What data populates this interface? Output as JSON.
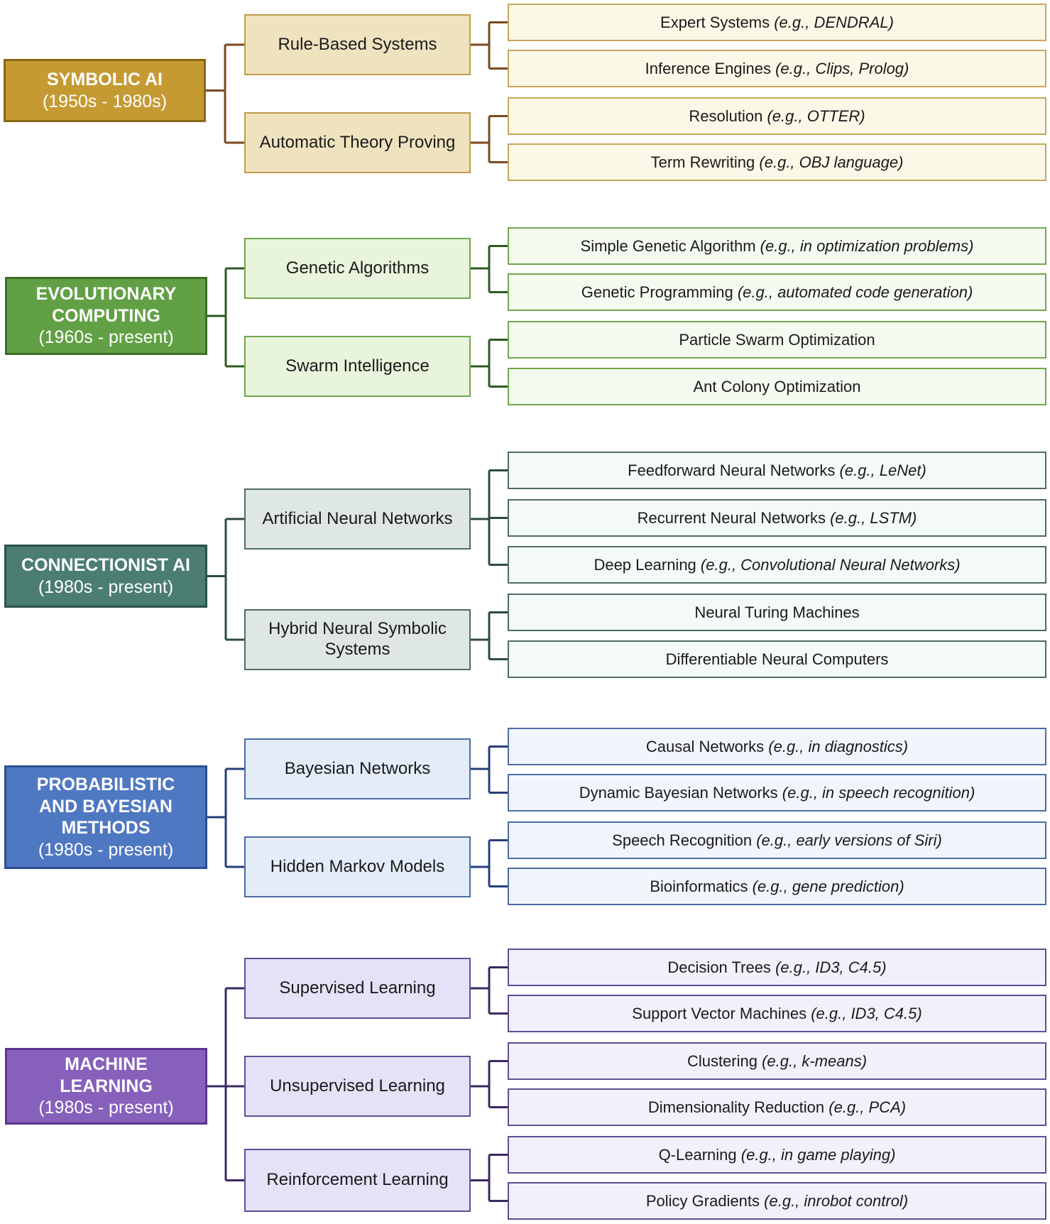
{
  "categories": [
    {
      "id": "symbolic",
      "title": "SYMBOLIC AI",
      "period": "(1950s - 1980s)",
      "colors": {
        "root": "#c59a33",
        "root_border": "#8a6714",
        "mid_bg": "#efe3bf",
        "mid_border": "#c19b4f",
        "leaf_bg": "#fbf8e7",
        "leaf_border": "#c9a65a",
        "line": "#7a4a1f"
      },
      "subcategories": [
        {
          "label": "Rule-Based Systems",
          "items": [
            {
              "name": "Expert Systems",
              "example": "(e.g., DENDRAL)"
            },
            {
              "name": "Inference Engines",
              "example": "(e.g., Clips, Prolog)"
            }
          ]
        },
        {
          "label": "Automatic Theory Proving",
          "items": [
            {
              "name": "Resolution",
              "example": "(e.g., OTTER)"
            },
            {
              "name": "Term Rewriting",
              "example": "(e.g., OBJ language)"
            }
          ]
        }
      ]
    },
    {
      "id": "evolutionary",
      "title": "EVOLUTIONARY COMPUTING",
      "period": "(1960s - present)",
      "colors": {
        "root": "#62a046",
        "root_border": "#3d6e28",
        "mid_bg": "#e9f4dc",
        "mid_border": "#6fa84e",
        "leaf_bg": "#f5faf0",
        "leaf_border": "#6fa84e",
        "line": "#2e5a21"
      },
      "subcategories": [
        {
          "label": "Genetic Algorithms",
          "items": [
            {
              "name": "Simple Genetic Algorithm",
              "example": "(e.g., in optimization problems)"
            },
            {
              "name": "Genetic Programming",
              "example": "(e.g., automated code generation)"
            }
          ]
        },
        {
          "label": "Swarm Intelligence",
          "items": [
            {
              "name": "Particle Swarm Optimization",
              "example": ""
            },
            {
              "name": "Ant Colony Optimization",
              "example": ""
            }
          ]
        }
      ]
    },
    {
      "id": "connectionist",
      "title": "CONNECTIONIST AI",
      "period": "(1980s - present)",
      "colors": {
        "root": "#4b7d72",
        "root_border": "#2c5249",
        "mid_bg": "#dfe7e4",
        "mid_border": "#4f6b64",
        "leaf_bg": "#f4faf8",
        "leaf_border": "#4f6b64",
        "line": "#2c4a42"
      },
      "subcategories": [
        {
          "label": "Artificial Neural Networks",
          "items": [
            {
              "name": "Feedforward Neural Networks",
              "example": "(e.g., LeNet)"
            },
            {
              "name": "Recurrent Neural Networks",
              "example": "(e.g., LSTM)"
            },
            {
              "name": "Deep Learning",
              "example": "(e.g., Convolutional Neural Networks)"
            }
          ]
        },
        {
          "label": "Hybrid Neural Symbolic Systems",
          "items": [
            {
              "name": "Neural Turing Machines",
              "example": ""
            },
            {
              "name": "Differentiable Neural Computers",
              "example": ""
            }
          ]
        }
      ]
    },
    {
      "id": "probabilistic",
      "title": "PROBABILISTIC AND BAYESIAN METHODS",
      "period": "(1980s - present)",
      "colors": {
        "root": "#4f78c2",
        "root_border": "#2c4f92",
        "mid_bg": "#e3ecf8",
        "mid_border": "#4c6ca6",
        "leaf_bg": "#f2f6fc",
        "leaf_border": "#4c6ca6",
        "line": "#263f78"
      },
      "subcategories": [
        {
          "label": "Bayesian Networks",
          "items": [
            {
              "name": "Causal Networks",
              "example": "(e.g., in diagnostics)"
            },
            {
              "name": "Dynamic Bayesian Networks",
              "example": "(e.g., in speech recognition)"
            }
          ]
        },
        {
          "label": "Hidden Markov Models",
          "items": [
            {
              "name": "Speech Recognition",
              "example": "(e.g., early versions of Siri)"
            },
            {
              "name": "Bioinformatics",
              "example": "(e.g., gene prediction)"
            }
          ]
        }
      ]
    },
    {
      "id": "machine-learning",
      "title": "MACHINE LEARNING",
      "period": "(1980s - present)",
      "colors": {
        "root": "#8660bb",
        "root_border": "#5a3690",
        "mid_bg": "#e6e1f6",
        "mid_border": "#5d4f95",
        "leaf_bg": "#f3f0fb",
        "leaf_border": "#5d4f95",
        "line": "#3b2960"
      },
      "subcategories": [
        {
          "label": "Supervised Learning",
          "items": [
            {
              "name": "Decision Trees",
              "example": "(e.g., ID3, C4.5)"
            },
            {
              "name": "Support Vector Machines",
              "example": "(e.g., ID3, C4.5)"
            }
          ]
        },
        {
          "label": "Unsupervised Learning",
          "items": [
            {
              "name": "Clustering",
              "example": "(e.g., k-means)"
            },
            {
              "name": "Dimensionality Reduction",
              "example": "(e.g., PCA)"
            }
          ]
        },
        {
          "label": "Reinforcement Learning",
          "items": [
            {
              "name": "Q-Learning",
              "example": "(e.g., in game playing)"
            },
            {
              "name": "Policy Gradients",
              "example": "(e.g., inrobot control)"
            }
          ]
        }
      ]
    }
  ]
}
